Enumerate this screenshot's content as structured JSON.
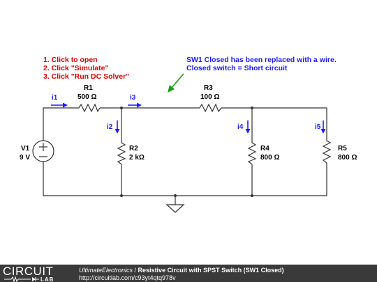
{
  "instructions": [
    "1. Click to open",
    "2. Click \"Simulate\"",
    "3. Click \"Run DC Solver\""
  ],
  "note": [
    "SW1 Closed has been replaced with a wire.",
    "Closed switch = Short circuit"
  ],
  "components": {
    "v1": {
      "name": "V1",
      "value": "9 V"
    },
    "r1": {
      "name": "R1",
      "value": "500 Ω"
    },
    "r2": {
      "name": "R2",
      "value": "2 kΩ"
    },
    "r3": {
      "name": "R3",
      "value": "100 Ω"
    },
    "r4": {
      "name": "R4",
      "value": "800 Ω"
    },
    "r5": {
      "name": "R5",
      "value": "800 Ω"
    }
  },
  "currents": {
    "i1": "i1",
    "i2": "i2",
    "i3": "i3",
    "i4": "i4",
    "i5": "i5"
  },
  "colors": {
    "instructions": "#e00000",
    "note": "#1a1aff",
    "annotation_arrow": "#1a9a1a",
    "current": "#1a1aff",
    "wire": "#333333",
    "footer": "#3a3a3a"
  },
  "footer": {
    "logo_main": "CIRCUIT",
    "logo_sub": "LAB",
    "author": "UltimateElectronics",
    "separator": " / ",
    "title": "Resistive Circuit with SPST Switch (SW1 Closed)",
    "url": "http://circuitlab.com/c93yt4qtq978v"
  }
}
